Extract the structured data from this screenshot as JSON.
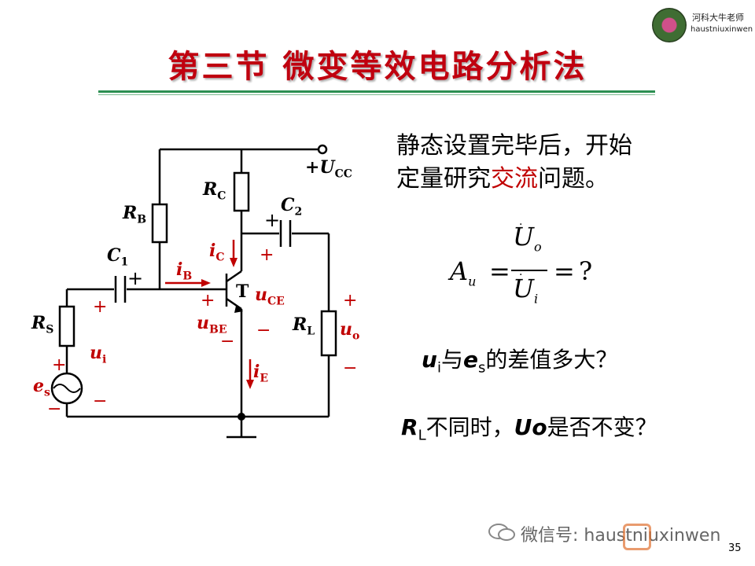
{
  "logo": {
    "name_cn": "河科大牛老师",
    "name_en": "haustniuxinwen"
  },
  "title": "第三节  微变等效电路分析法",
  "intro": {
    "line1": "静态设置完毕后，开始",
    "line2_a": "定量研究",
    "line2_b": "交流",
    "line2_c": "问题。"
  },
  "formula": {
    "lhs": "A",
    "lhs_sub": "u",
    "num": "U",
    "num_sub": "o",
    "den": "U",
    "den_sub": "i",
    "rhs": "?"
  },
  "question1": {
    "a": "u",
    "a_sub": "i",
    "b": "与",
    "c": "e",
    "c_sub": "s",
    "d": "的差值多大？"
  },
  "question2": {
    "a": "R",
    "a_sub": "L",
    "b": "不同时，",
    "c": "Uo",
    "d": "是否不变？"
  },
  "circuit": {
    "vcc": "+U",
    "vcc_sub": "CC",
    "rc": "R",
    "rc_sub": "C",
    "rb": "R",
    "rb_sub": "B",
    "c2": "C",
    "c2_sub": "2",
    "c1": "C",
    "c1_sub": "1",
    "rs": "R",
    "rs_sub": "S",
    "rl": "R",
    "rl_sub": "L",
    "ic": "i",
    "ic_sub": "C",
    "ib": "i",
    "ib_sub": "B",
    "ie": "i",
    "ie_sub": "E",
    "t": "T",
    "uce": "u",
    "uce_sub": "CE",
    "ube": "u",
    "ube_sub": "BE",
    "ui": "u",
    "ui_sub": "i",
    "uo": "u",
    "uo_sub": "o",
    "es": "e",
    "es_sub": "s",
    "plus": "+",
    "minus": "−"
  },
  "watermark": "微信号: haustniuxinwen",
  "page_number": "35"
}
